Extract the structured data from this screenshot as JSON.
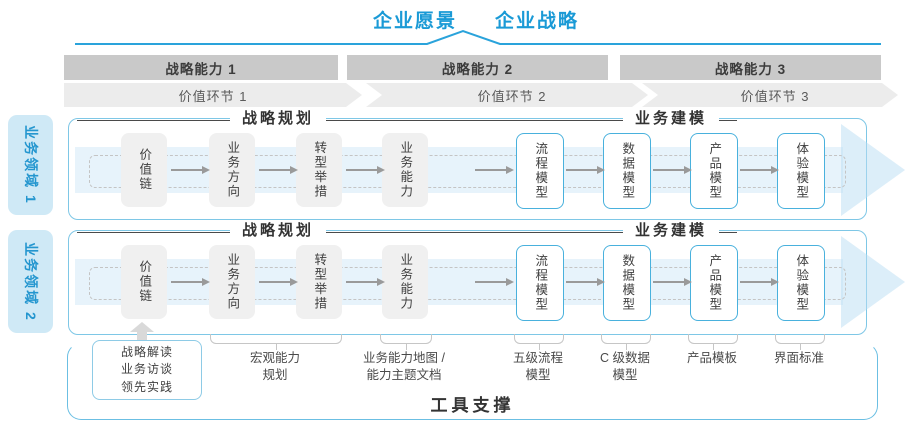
{
  "title": {
    "vision": "企业愿景",
    "strategy": "企业战略"
  },
  "strategic_capabilities": [
    "战略能力 1",
    "战略能力 2",
    "战略能力 3"
  ],
  "value_links": [
    "价值环节 1",
    "价值环节 2",
    "价值环节 3"
  ],
  "domains": [
    {
      "label": "业务领域 1",
      "planning_header": "战略规划",
      "modeling_header": "业务建模",
      "boxes": [
        "价值链",
        "业务方向",
        "转型举措",
        "业务能力",
        "流程模型",
        "数据模型",
        "产品模型",
        "体验模型"
      ]
    },
    {
      "label": "业务领域 2",
      "planning_header": "战略规划",
      "modeling_header": "业务建模",
      "boxes": [
        "价值链",
        "业务方向",
        "转型举措",
        "业务能力",
        "流程模型",
        "数据模型",
        "产品模型",
        "体验模型"
      ]
    }
  ],
  "tools": {
    "title": "工具支撑",
    "practice_box": {
      "line1": "战略解读",
      "line2": "业务访谈",
      "line3": "领先实践"
    },
    "annotations": [
      {
        "line1": "宏观能力",
        "line2": "规划"
      },
      {
        "line1": "业务能力地图 /",
        "line2": "能力主题文档"
      },
      {
        "line1": "五级流程",
        "line2": "模型"
      },
      {
        "line1": "C 级数据",
        "line2": "模型"
      },
      {
        "line1": "产品模板",
        "line2": ""
      },
      {
        "line1": "界面标准",
        "line2": ""
      }
    ]
  },
  "colors": {
    "accent": "#1a9ad6",
    "panel_border": "#7ec7e6",
    "node_border": "#49b1dd",
    "capability_bar": "#c9c9c9",
    "value_bar": "#ececec",
    "flow_fill": "#ddeef9",
    "header_text": "#333333"
  }
}
